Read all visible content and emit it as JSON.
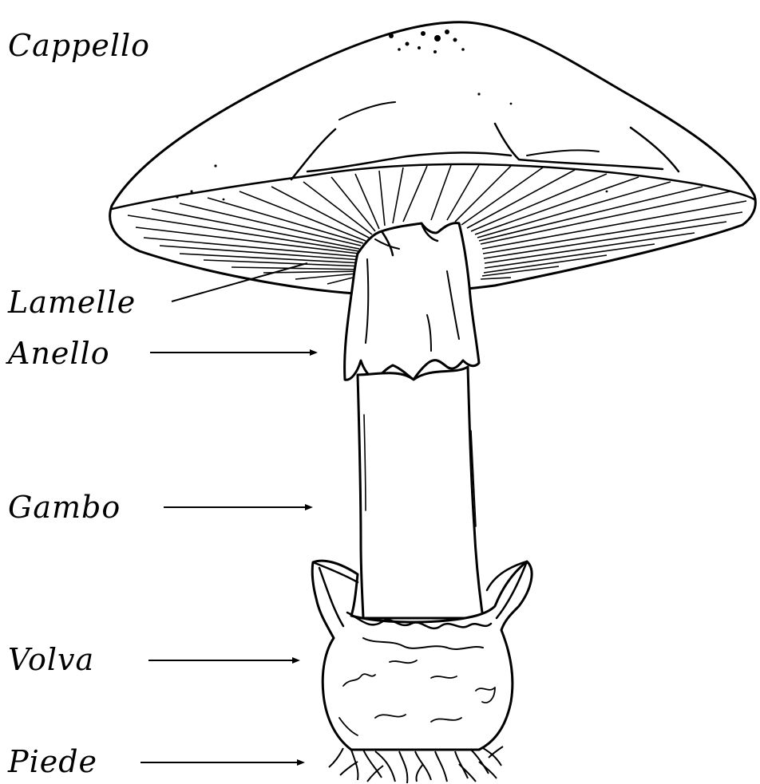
{
  "labels": {
    "cappello": "Cappello",
    "lamelle": "Lamelle",
    "anello": "Anello",
    "gambo": "Gambo",
    "volva": "Volva",
    "piede": "Piede"
  },
  "colors": {
    "ink": "#000000",
    "background": "#ffffff"
  }
}
